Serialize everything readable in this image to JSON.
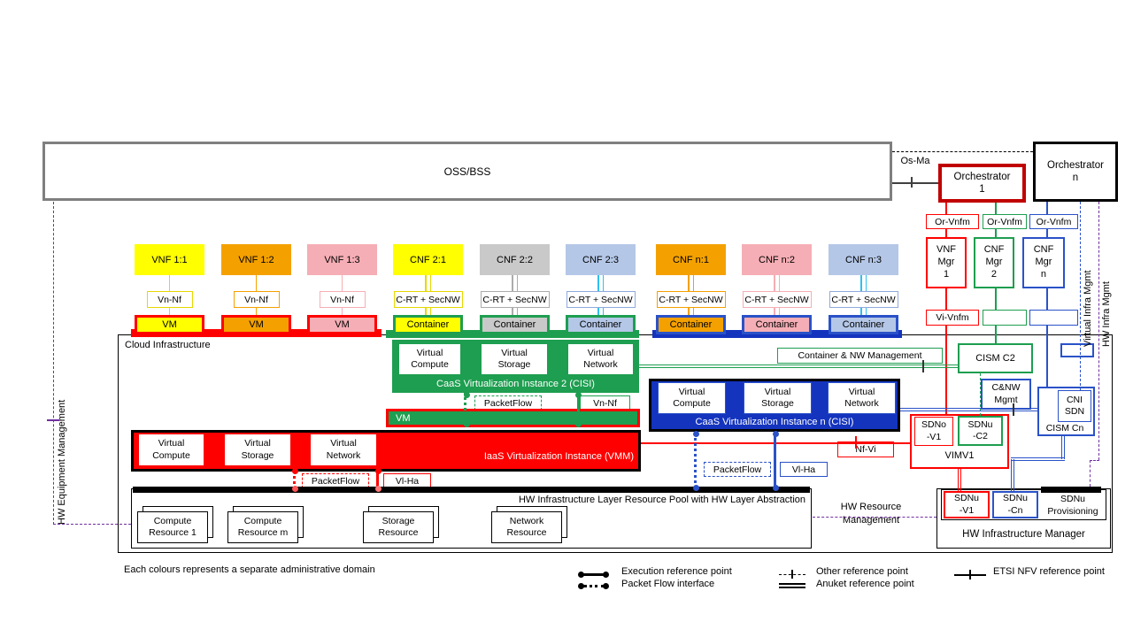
{
  "colors": {
    "red": "#FF0000",
    "dark_red": "#C00000",
    "green": "#1E9E50",
    "blue_fill": "#1434BE",
    "blue": "#2A52C8",
    "purple": "#7030A0",
    "gray_border": "#7F7F7F",
    "gray_fill": "#C9C9C9",
    "gray_line": "#ACACAC",
    "yellow": "#FFFF00",
    "yellow_line": "#E6D800",
    "orange": "#F4A100",
    "pink": "#F5AEB5",
    "light_blue": "#B4C7E7",
    "light_blue_border": "#8FAADC",
    "cyan": "#2EC0EF",
    "black": "#000000"
  },
  "top": {
    "oss_bss": "OSS/BSS",
    "os_ma": "Os-Ma",
    "orchestrator_1": "Orchestrator\n1",
    "orchestrator_n": "Orchestrator\nn"
  },
  "mgmt_column": {
    "or_vnfm": [
      {
        "label": "Or-Vnfm",
        "color": "#FF0000"
      },
      {
        "label": "Or-Vnfm",
        "color": "#1E9E50"
      },
      {
        "label": "Or-Vnfm",
        "color": "#2A52C8"
      }
    ],
    "managers": [
      {
        "label": "VNF\nMgr\n1",
        "color": "#FF0000"
      },
      {
        "label": "CNF\nMgr\n2",
        "color": "#1E9E50"
      },
      {
        "label": "CNF\nMgr\nn",
        "color": "#2A52C8"
      }
    ],
    "vi_vnfm": [
      {
        "label": "Vi-Vnfm",
        "color": "#FF0000"
      },
      {
        "label": "",
        "color": "#1E9E50"
      },
      {
        "label": "",
        "color": "#2A52C8"
      }
    ]
  },
  "side_labels": {
    "hw_equipment_mgmt": "HW Equipment Management",
    "virtual_infra_mgmt": "Virtual Infra Mgmt",
    "hw_infra_mgmt": "HW Infra Mgmt",
    "hw_resource_mgmt": "HW Resource\nManagement"
  },
  "nf_columns": [
    {
      "name": "VNF 1:1",
      "fill": "#FFFF00",
      "interface": "Vn-Nf",
      "iface_border": "#E6D800",
      "unit": "VM",
      "unit_fill": "#FFFF00",
      "unit_border": "#FF0000",
      "link": "single",
      "link_color": "#E6D800"
    },
    {
      "name": "VNF 1:2",
      "fill": "#F4A100",
      "interface": "Vn-Nf",
      "iface_border": "#F4A100",
      "unit": "VM",
      "unit_fill": "#F4A100",
      "unit_border": "#FF0000",
      "link": "single",
      "link_color": "#F4A100"
    },
    {
      "name": "VNF 1:3",
      "fill": "#F5AEB5",
      "interface": "Vn-Nf",
      "iface_border": "#F5AEB5",
      "unit": "VM",
      "unit_fill": "#F5AEB5",
      "unit_border": "#FF0000",
      "link": "single",
      "link_color": "#F5AEB5"
    },
    {
      "name": "CNF 2:1",
      "fill": "#FFFF00",
      "interface": "C-RT + SecNW",
      "iface_border": "#E6D800",
      "unit": "Container",
      "unit_fill": "#FFFF00",
      "unit_border": "#1E9E50",
      "link": "double",
      "link_color": "#E6D800"
    },
    {
      "name": "CNF 2:2",
      "fill": "#C9C9C9",
      "interface": "C-RT + SecNW",
      "iface_border": "#ACACAC",
      "unit": "Container",
      "unit_fill": "#C9C9C9",
      "unit_border": "#1E9E50",
      "link": "double",
      "link_color": "#ACACAC"
    },
    {
      "name": "CNF 2:3",
      "fill": "#B4C7E7",
      "interface": "C-RT + SecNW",
      "iface_border": "#8FAADC",
      "unit": "Container",
      "unit_fill": "#B4C7E7",
      "unit_border": "#1E9E50",
      "link": "double",
      "link_color": "#2EC0EF"
    },
    {
      "name": "CNF n:1",
      "fill": "#F4A100",
      "interface": "C-RT + SecNW",
      "iface_border": "#F4A100",
      "unit": "Container",
      "unit_fill": "#F4A100",
      "unit_border": "#2A52C8",
      "link": "double",
      "link_color": "#F4A100"
    },
    {
      "name": "CNF n:2",
      "fill": "#F5AEB5",
      "interface": "C-RT + SecNW",
      "iface_border": "#F5AEB5",
      "unit": "Container",
      "unit_fill": "#F5AEB5",
      "unit_border": "#2A52C8",
      "link": "double",
      "link_color": "#F5AEB5"
    },
    {
      "name": "CNF n:3",
      "fill": "#B4C7E7",
      "interface": "C-RT + SecNW",
      "iface_border": "#8FAADC",
      "unit": "Container",
      "unit_fill": "#B4C7E7",
      "unit_border": "#2A52C8",
      "link": "double",
      "link_color": "#2EC0EF"
    }
  ],
  "cloud": {
    "label": "Cloud  Infrastructure"
  },
  "caas2": {
    "title": "CaaS Virtualization Instance 2 (CISI)",
    "cells": [
      "Virtual\nCompute",
      "Virtual\nStorage",
      "Virtual\nNetwork"
    ],
    "packetflow": "PacketFlow",
    "vn_nf": "Vn-Nf"
  },
  "vm_bar": {
    "label": "VM"
  },
  "iaas": {
    "title": "IaaS Virtualization Instance (VMM)",
    "cells": [
      "Virtual\nCompute",
      "Virtual\nStorage",
      "Virtual\nNetwork"
    ],
    "packetflow": "PacketFlow",
    "vl_ha": "Vl-Ha"
  },
  "caasn": {
    "title": "CaaS Virtualization Instance n (CISI)",
    "cells": [
      "Virtual\nCompute",
      "Virtual\nStorage",
      "Virtual\nNetwork"
    ],
    "packetflow": "PacketFlow",
    "vl_ha": "Vl-Ha"
  },
  "mano_right": {
    "cism_c2": "CISM C2",
    "container_nw_mgmt": "Container & NW  Management",
    "cnw_mgmt": "C&NW\nMgmt",
    "cni_sdn": "CNI\nSDN",
    "cism_cn": "CISM  Cn",
    "nf_vi": "Nf-Vi",
    "vimv1": "VIMV1",
    "sdno_v1": "SDNo\n-V1",
    "sdnu_c2": "SDNu\n-C2"
  },
  "hw_pool": {
    "title": "HW Infrastructure Layer Resource Pool with HW Layer Abstraction",
    "resources": [
      "Compute\nResource 1",
      "Compute\nResource m",
      "Storage\nResource",
      "Network\nResource"
    ]
  },
  "hw_manager": {
    "title": "HW Infrastructure Manager",
    "sdnu_v1": "SDNu\n-V1",
    "sdnu_cn": "SDNu\n-Cn",
    "sdnu_provisioning": "SDNu\nProvisioning"
  },
  "footer": {
    "note": "Each colours represents a separate administrative domain"
  },
  "legend": [
    {
      "type": "execution",
      "label": "Execution reference point"
    },
    {
      "type": "packetflow",
      "label": "Packet Flow interface"
    },
    {
      "type": "other",
      "label": "Other reference point"
    },
    {
      "type": "anuket",
      "label": "Anuket reference point"
    },
    {
      "type": "etsi",
      "label": "ETSI NFV reference point"
    }
  ]
}
